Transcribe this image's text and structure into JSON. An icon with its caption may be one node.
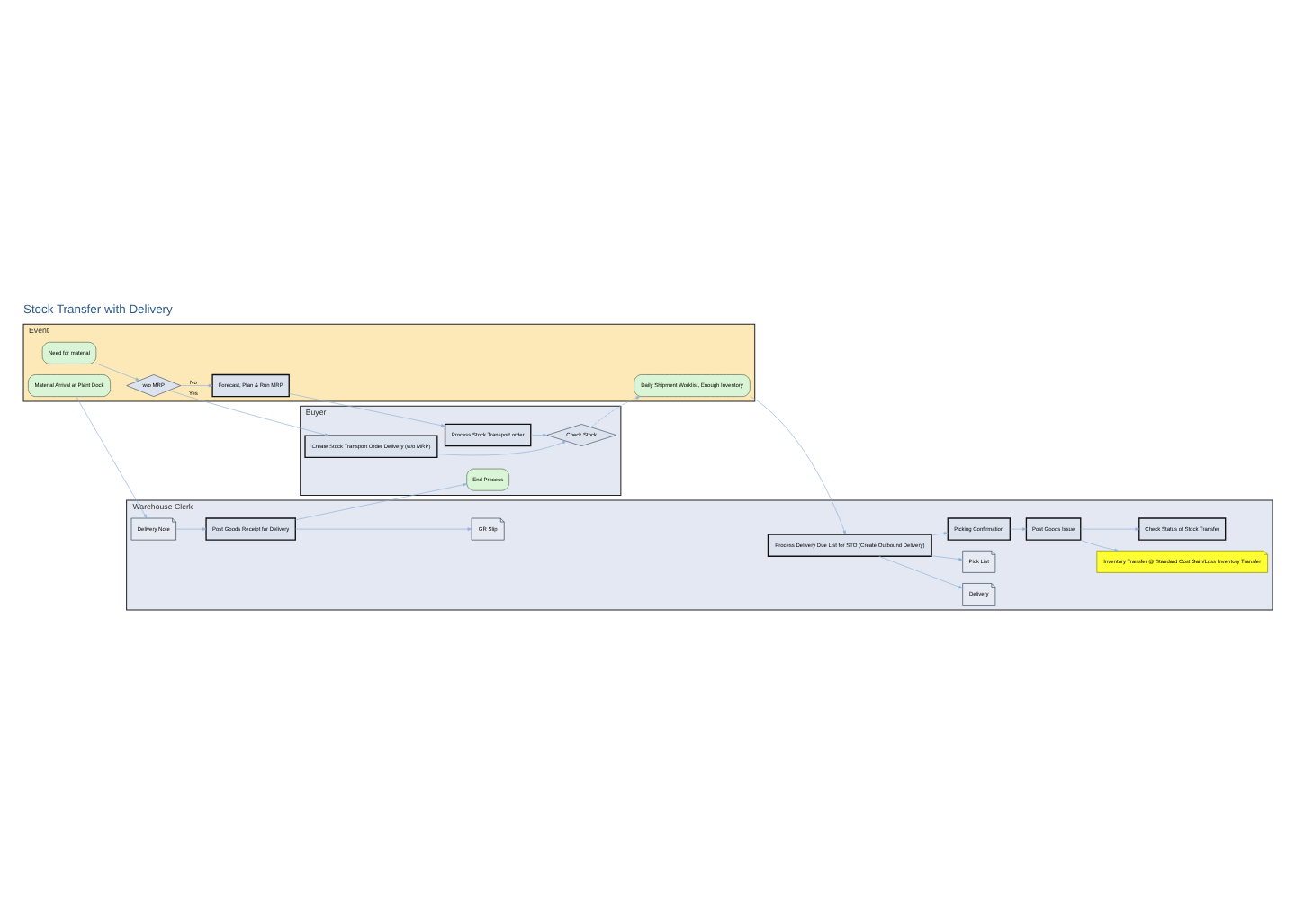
{
  "diagram": {
    "title": "Stock Transfer with Delivery",
    "nodes": [
      {
        "text": [
          "Event"
        ]
      },
      {
        "text": [
          "Need for material"
        ],
        "in": 0
      },
      {
        "text": [
          "w/o MRP"
        ],
        "in": 0
      },
      {
        "text": [
          "Forecast, Plan & Run MRP"
        ],
        "in": 0
      },
      {
        "text": [
          "Daily Shipment Worklist, Enough Inventory"
        ],
        "in": 0
      },
      {
        "text": [
          "Material Arrival at Plant Dock"
        ],
        "in": 0
      },
      {
        "text": [
          "Warehouse Clerk"
        ]
      },
      {
        "text": [
          "Delivery"
        ],
        "in": 6
      },
      {
        "text": [
          "Pick List"
        ],
        "in": 6
      },
      {
        "text": [
          "Process Delivery Due List for STO (Create Outbound Delivery)"
        ],
        "in": 6
      },
      {
        "text": [
          "Inventory Transfer @ Standard Cost Gain/Loss Inventory Transfer"
        ],
        "in": 6
      },
      {
        "text": [
          "Picking Confirmation"
        ],
        "in": 6
      },
      {
        "text": [
          "Check Status of Stock Transfer"
        ],
        "in": 6
      },
      {
        "text": [
          "Post Goods Issue"
        ],
        "in": 6
      },
      {
        "text": [
          "Delivery Note"
        ],
        "in": 6
      },
      {
        "text": [
          "GR Slip"
        ],
        "in": 6
      },
      {
        "text": [
          "Post Goods Receipt for Delivery"
        ],
        "in": 6
      },
      {
        "text": [
          "Buyer"
        ]
      },
      {
        "text": [
          "Create Stock Transport Order Delivery (w/o MRP)"
        ],
        "in": 17
      },
      {
        "text": [
          "Check Stock"
        ],
        "in": 17
      },
      {
        "text": [
          "Process Stock Transport order"
        ],
        "in": 17
      },
      {
        "text": [
          "End Process"
        ],
        "in": 17
      }
    ],
    "edges": [
      {
        "from": 1,
        "to": 2,
        "arrow": "to"
      },
      {
        "from": 2,
        "to": 3,
        "arrow": "to",
        "label": "No"
      },
      {
        "from": 2,
        "to": 18,
        "arrow": "to",
        "label": "Yes"
      },
      {
        "from": 3,
        "to": 20,
        "arrow": "to"
      },
      {
        "from": 18,
        "to": 19,
        "arrow": "to"
      },
      {
        "from": 20,
        "to": 19,
        "arrow": "to"
      },
      {
        "from": 19,
        "to": 4,
        "arrow": "to",
        "style": "dashed"
      },
      {
        "from": 4,
        "to": 9,
        "arrow": "to"
      },
      {
        "from": 9,
        "to": 7,
        "arrow": "to"
      },
      {
        "from": 9,
        "to": 8,
        "arrow": "to"
      },
      {
        "from": 9,
        "to": 11,
        "arrow": "to"
      },
      {
        "from": 11,
        "to": 13,
        "arrow": "to"
      },
      {
        "from": 13,
        "to": 12,
        "arrow": "to"
      },
      {
        "from": 13,
        "to": 10,
        "arrow": "to"
      },
      {
        "from": 5,
        "to": 14,
        "arrow": "to"
      },
      {
        "from": 14,
        "to": 16,
        "arrow": "to"
      },
      {
        "from": 16,
        "to": 15,
        "arrow": "to"
      },
      {
        "from": 16,
        "to": 21,
        "arrow": "to"
      }
    ]
  }
}
